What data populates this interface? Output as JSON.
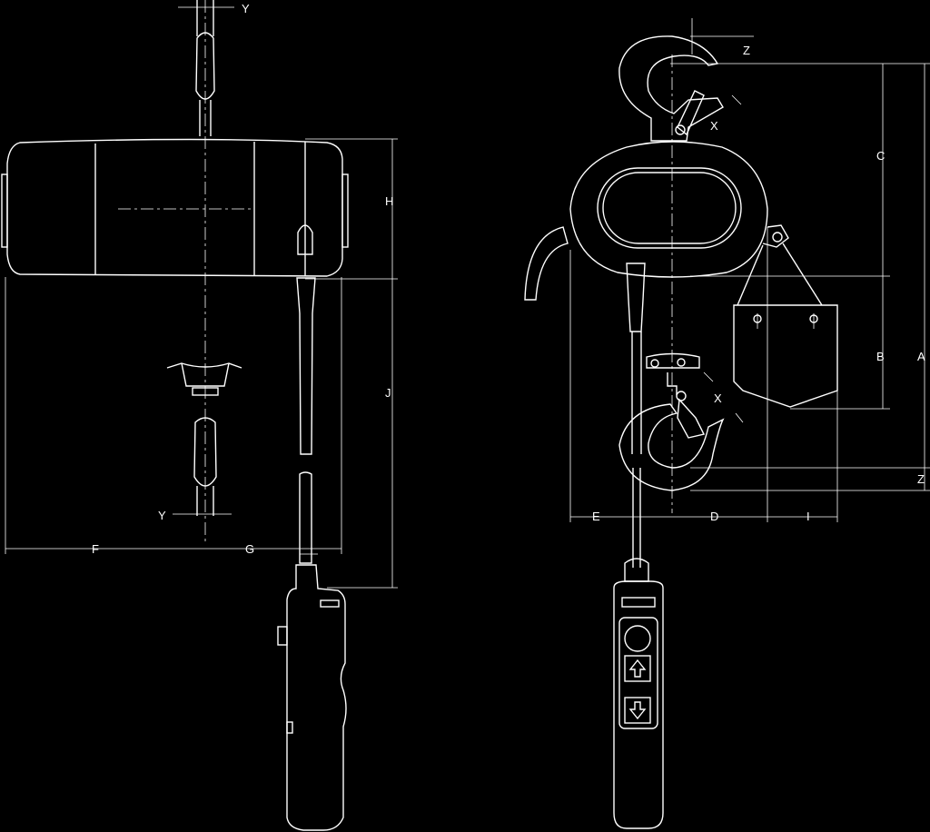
{
  "diagram": {
    "colors": {
      "background": "#000000",
      "line": "#ffffff"
    },
    "labels": {
      "y_top": "Y",
      "h": "H",
      "j": "J",
      "y_bottom": "Y",
      "f": "F",
      "g": "G",
      "z_top": "Z",
      "x_top": "X",
      "c": "C",
      "b": "B",
      "a": "A",
      "x_bottom": "X",
      "z_bottom": "Z",
      "e": "E",
      "d": "D",
      "i": "I"
    },
    "icons": [
      "up-arrow-icon",
      "down-arrow-icon",
      "power-button-icon"
    ]
  }
}
